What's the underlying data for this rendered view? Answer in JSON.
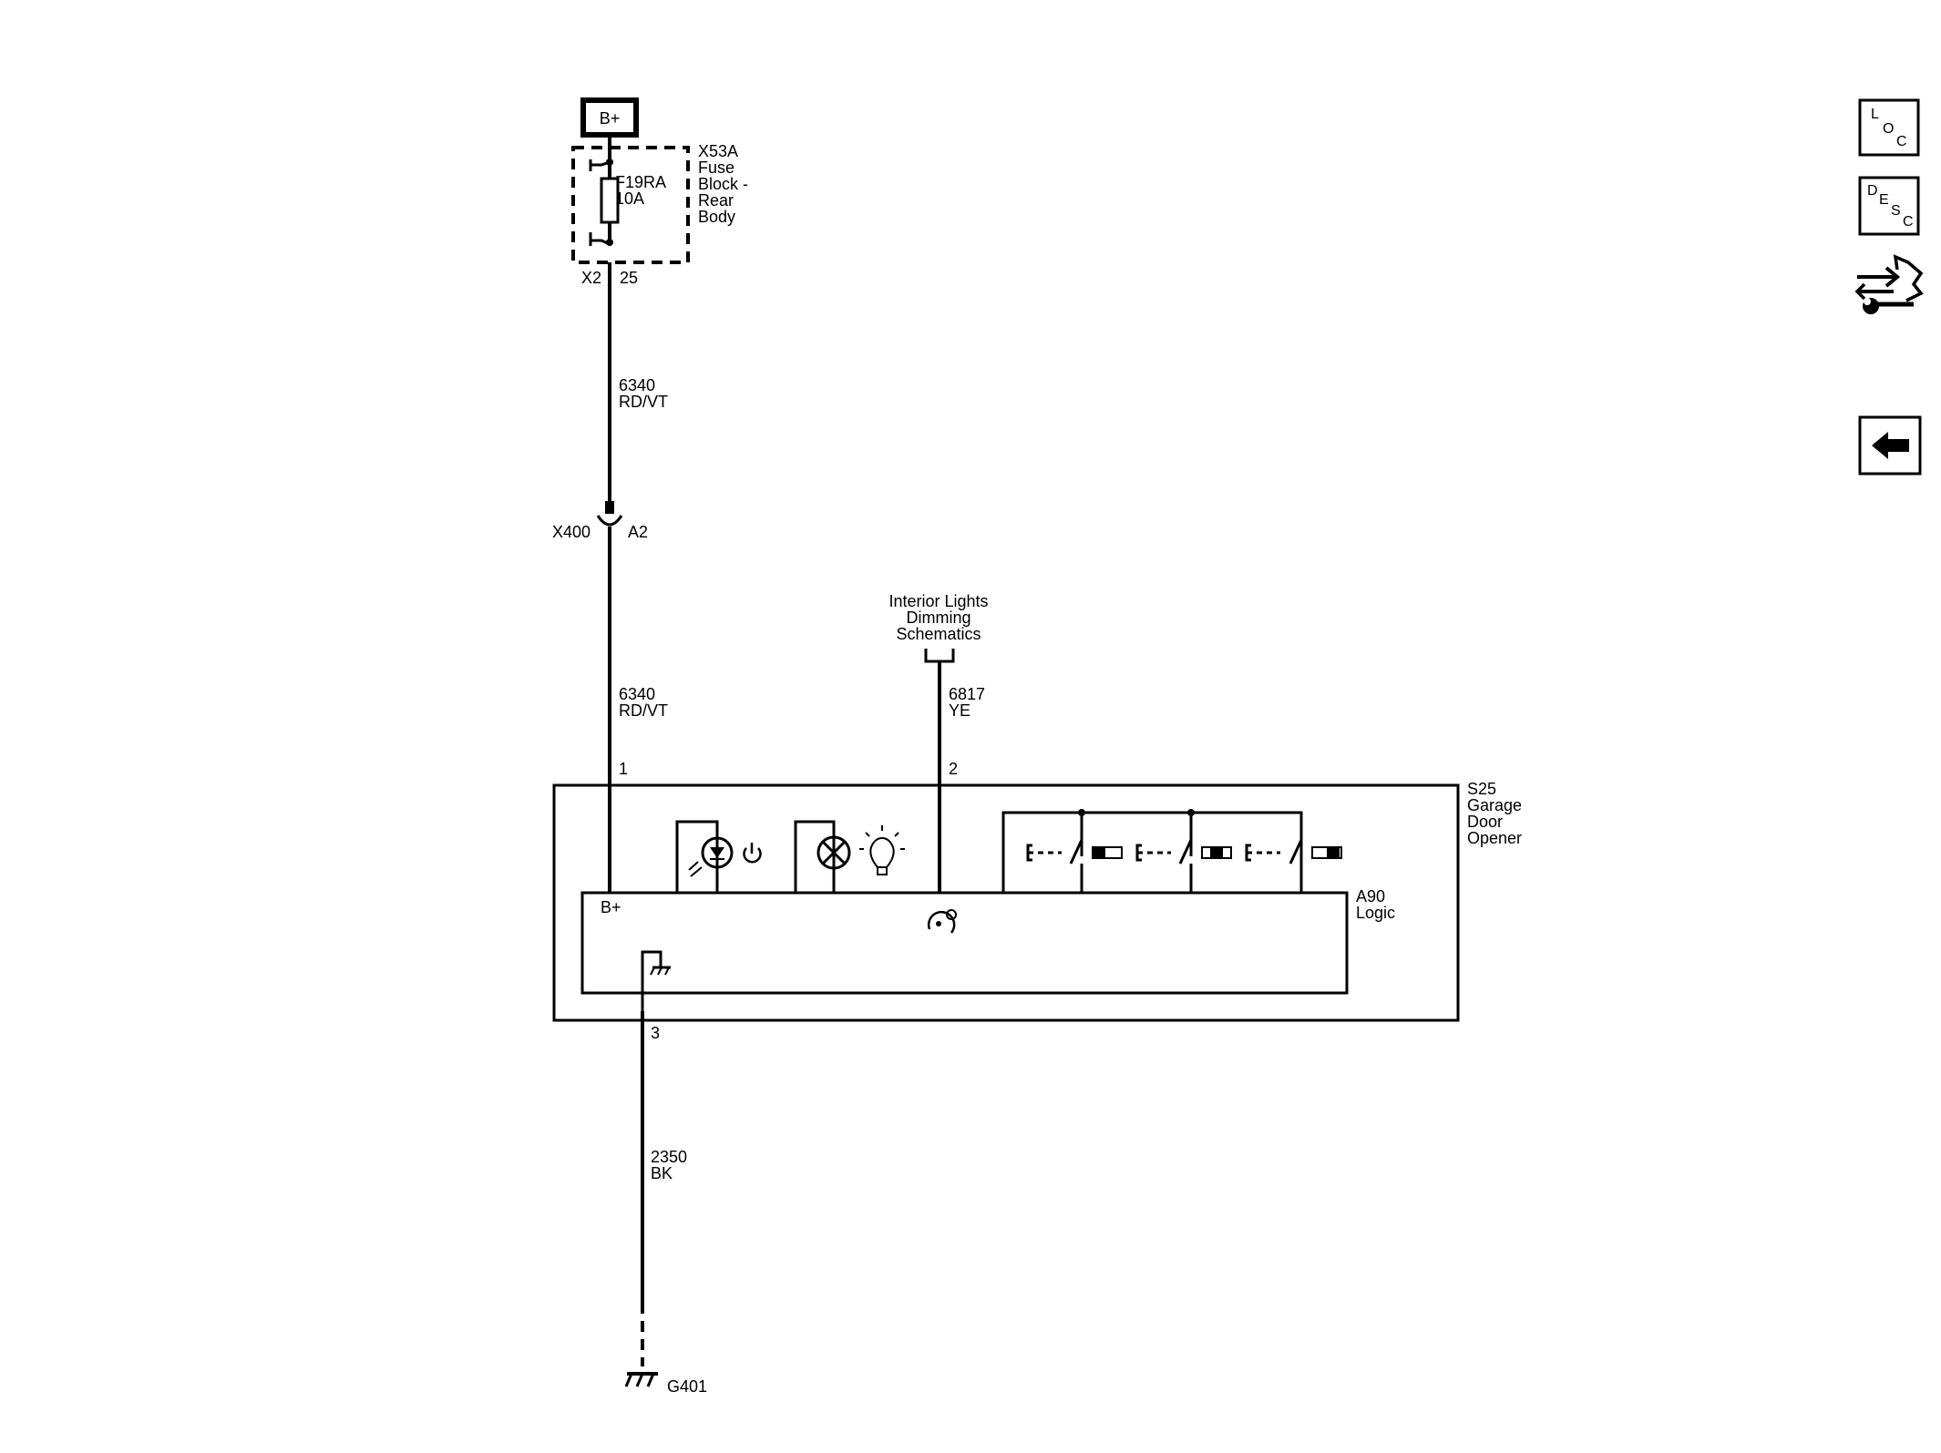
{
  "power": {
    "label": "B+"
  },
  "fuse_block": {
    "name_lines": [
      "X53A",
      "Fuse",
      "Block -",
      "Rear",
      "Body"
    ],
    "fuse_name": "F19RA",
    "fuse_rating": "10A",
    "connector": "X2",
    "pin": "25"
  },
  "wires": {
    "w1": {
      "circuit": "6340",
      "color": "RD/VT"
    },
    "w2": {
      "circuit": "6340",
      "color": "RD/VT"
    },
    "w3": {
      "circuit": "6817",
      "color": "YE"
    },
    "w4": {
      "circuit": "2350",
      "color": "BK"
    }
  },
  "inline_connector": {
    "name": "X400",
    "pin": "A2"
  },
  "reference": {
    "lines": [
      "Interior Lights",
      "Dimming",
      "Schematics"
    ]
  },
  "component": {
    "pins": {
      "p1": "1",
      "p2": "2",
      "p3": "3"
    },
    "name_lines": [
      "S25",
      "Garage",
      "Door",
      "Opener"
    ],
    "module_lines": [
      "A90",
      "Logic"
    ],
    "module_bplus": "B+"
  },
  "ground": {
    "label": "G401"
  },
  "nav": {
    "loc": {
      "l1": "L",
      "l2": "O",
      "l3": "C"
    },
    "desc": {
      "l1": "D",
      "l2": "E",
      "l3": "S",
      "l4": "C"
    },
    "connector_icon": "connector-tool-icon",
    "back_icon": "back-arrow-icon"
  }
}
